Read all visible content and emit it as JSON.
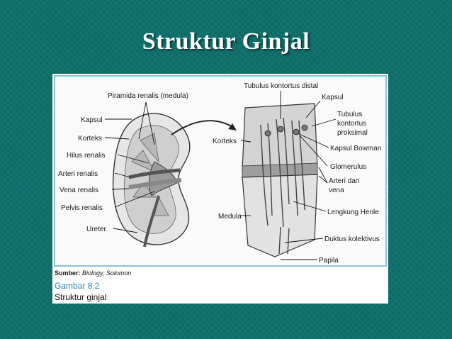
{
  "slide": {
    "title": "Struktur Ginjal"
  },
  "labels": {
    "piramida": "Piramida renalis (medula)",
    "kapsul_left": "Kapsul",
    "korteks_left": "Korteks",
    "hilus": "Hilus renalis",
    "arteri": "Arteri renalis",
    "vena": "Vena renalis",
    "pelvis": "Pelvis renalis",
    "ureter": "Ureter",
    "tubulus_distal": "Tubulus kontortus distal",
    "kapsul_right": "Kapsul",
    "tubulus_prox_1": "Tubulus",
    "tubulus_prox_2": "kontortus",
    "tubulus_prox_3": "proksimal",
    "kapsul_bowman": "Kapsul Bowman",
    "glomerulus": "Glomerulus",
    "arteri_vena_1": "Arteri dan",
    "arteri_vena_2": "vena",
    "lengkung": "Lengkung Henle",
    "duktus": "Duktus kolektivus",
    "papila": "Papila",
    "korteks_right": "Korteks",
    "medula": "Medula"
  },
  "caption": {
    "source_label": "Sumber:",
    "source_text": "Biology, Solomon",
    "figure_number": "Gambar 8.2",
    "figure_title": "Struktur ginjal"
  }
}
